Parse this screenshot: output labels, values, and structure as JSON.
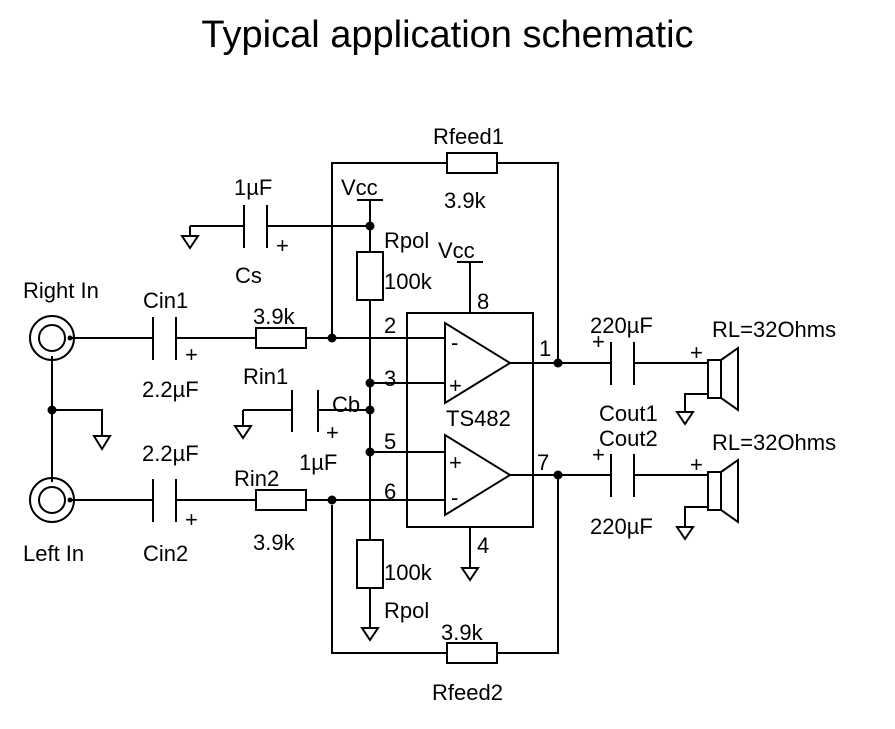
{
  "title": "Typical application schematic",
  "components": {
    "rfeed1": {
      "name": "Rfeed1",
      "value": "3.9k"
    },
    "rfeed2": {
      "name": "Rfeed2",
      "value": "3.9k"
    },
    "cs": {
      "name": "Cs",
      "value": "1µF"
    },
    "vcc_left": "Vcc",
    "vcc_chip": "Vcc",
    "rpol_top": {
      "name": "Rpol",
      "value": "100k"
    },
    "rpol_bottom": {
      "name": "Rpol",
      "value": "100k"
    },
    "right_in": "Right In",
    "left_in": "Left In",
    "cin1": {
      "name": "Cin1",
      "value": "2.2µF"
    },
    "cin2": {
      "name": "Cin2",
      "value": "2.2µF"
    },
    "rin1": {
      "name": "Rin1",
      "value": "3.9k"
    },
    "rin2": {
      "name": "Rin2",
      "value": "3.9k"
    },
    "cb": {
      "name": "Cb",
      "value": "1µF"
    },
    "chip": "TS482",
    "cout1": {
      "name": "Cout1",
      "value": "220µF"
    },
    "cout2": {
      "name": "Cout2",
      "value": "220µF"
    },
    "load1": "RL=32Ohms",
    "load2": "RL=32Ohms"
  },
  "pins": {
    "p1": "1",
    "p2": "2",
    "p3": "3",
    "p4": "4",
    "p5": "5",
    "p6": "6",
    "p7": "7",
    "p8": "8"
  },
  "symbols": {
    "minus": "-",
    "plus": "+"
  }
}
